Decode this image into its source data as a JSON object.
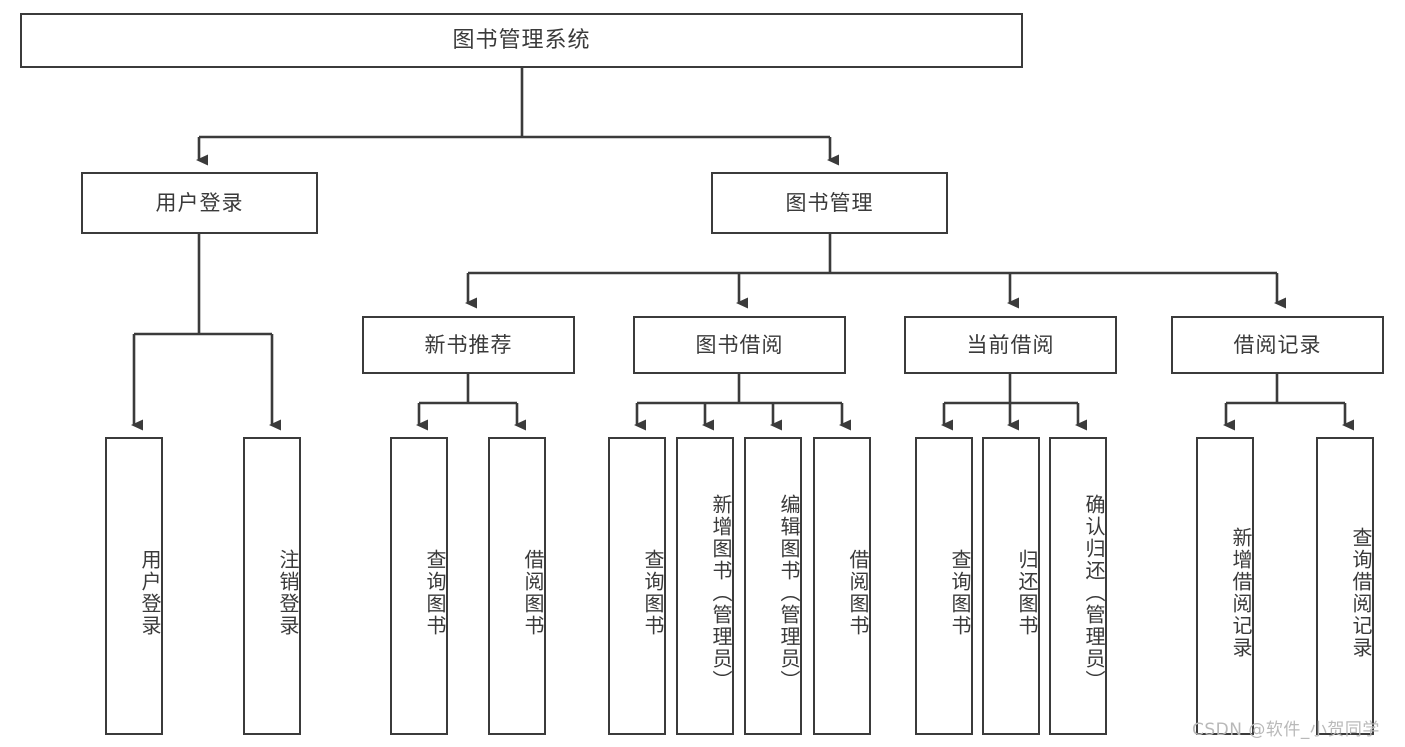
{
  "diagram": {
    "type": "tree",
    "title": "图书管理系统",
    "root": {
      "label": "图书管理系统"
    },
    "level2": [
      {
        "label": "用户登录"
      },
      {
        "label": "图书管理"
      }
    ],
    "level3": [
      {
        "label": "新书推荐"
      },
      {
        "label": "图书借阅"
      },
      {
        "label": "当前借阅"
      },
      {
        "label": "借阅记录"
      }
    ],
    "leaves": {
      "user_login": [
        {
          "label": "用户登录"
        },
        {
          "label": "注销登录"
        }
      ],
      "new_book_recommend": [
        {
          "label": "查询图书"
        },
        {
          "label": "借阅图书"
        }
      ],
      "book_borrow": [
        {
          "label": "查询图书"
        },
        {
          "label": "新增图书（管理员）"
        },
        {
          "label": "编辑图书（管理员）"
        },
        {
          "label": "借阅图书"
        }
      ],
      "current_borrow": [
        {
          "label": "查询图书"
        },
        {
          "label": "归还图书"
        },
        {
          "label": "确认归还（管理员）"
        }
      ],
      "borrow_record": [
        {
          "label": "新增借阅记录"
        },
        {
          "label": "查询借阅记录"
        }
      ]
    }
  },
  "watermark": {
    "text": "CSDN @软件_小贺同学"
  },
  "colors": {
    "box_border": "#3b3b3b",
    "text": "#3a3a3a",
    "background": "#ffffff",
    "watermark": "#b9b9b9"
  }
}
